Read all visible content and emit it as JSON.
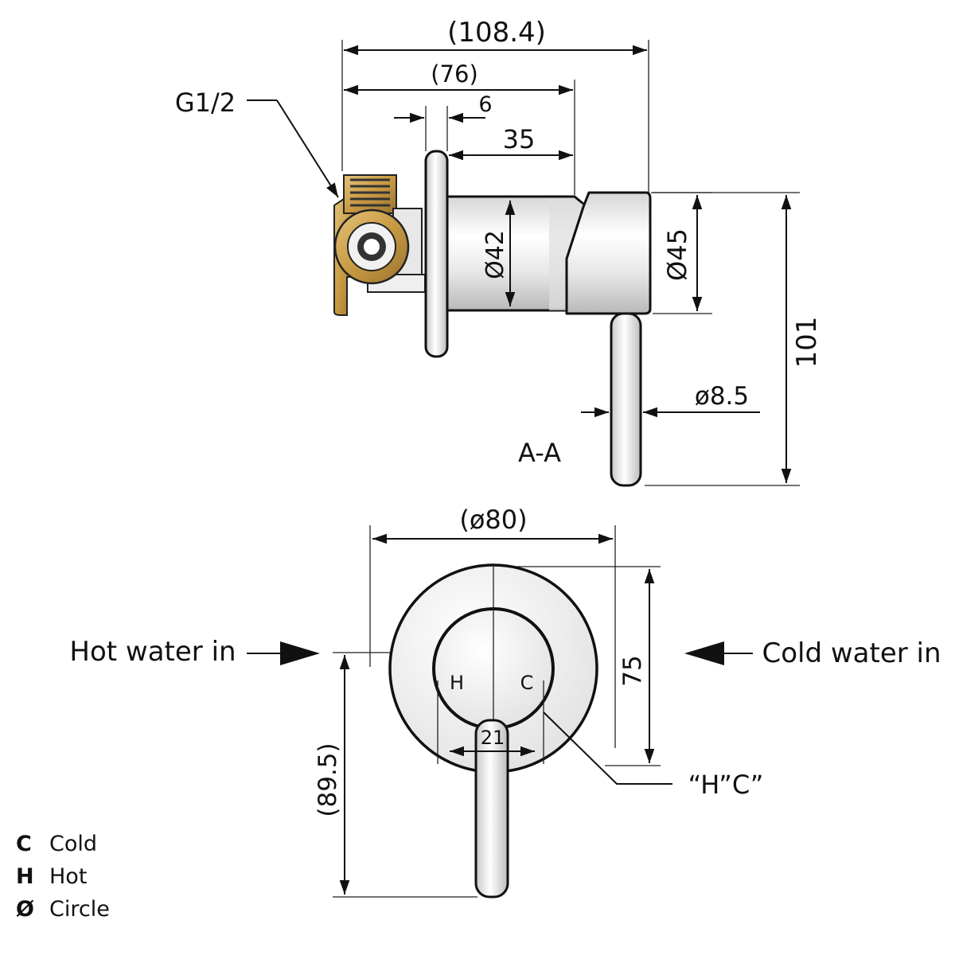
{
  "side_view": {
    "dim_overall": "(108.4)",
    "dim_76": "(76)",
    "dim_6": "6",
    "dim_35": "35",
    "thread_label": "G1/2",
    "dia_body": "Ø42",
    "dia_handle": "Ø45",
    "dia_lever": "ø8.5",
    "height": "101",
    "section_label": "A-A"
  },
  "front_view": {
    "plate_dia": "(ø80)",
    "height_75": "75",
    "height_89": "(89.5)",
    "lever_width": "21",
    "hot_in": "Hot water in",
    "cold_in": "Cold water in",
    "mark_h": "H",
    "mark_c": "C",
    "hc_label": "“H”C”"
  },
  "legend": [
    {
      "symbol": "C",
      "meaning": "Cold"
    },
    {
      "symbol": "H",
      "meaning": "Hot"
    },
    {
      "symbol": "Ø",
      "meaning": "Circle"
    }
  ]
}
